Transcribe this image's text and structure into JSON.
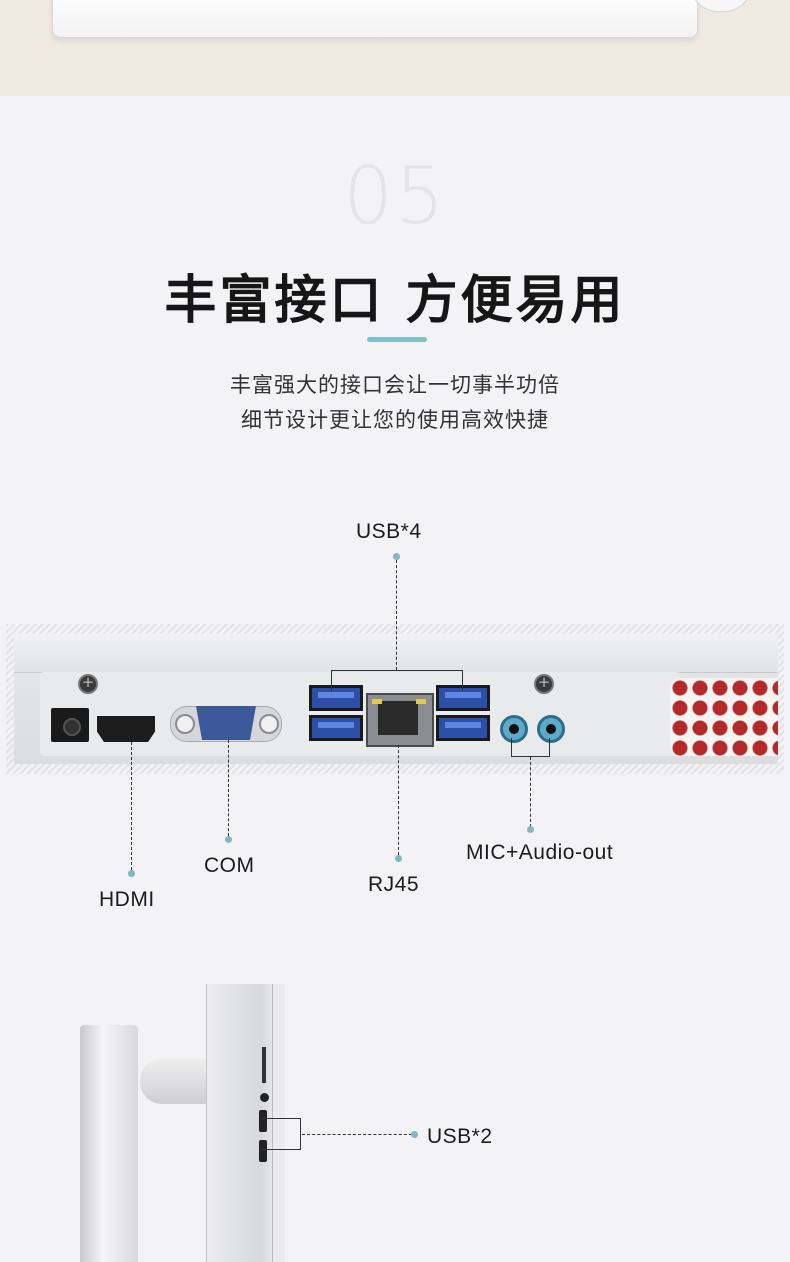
{
  "section": {
    "number": "05",
    "title": "丰富接口 方便易用"
  },
  "subtitle": {
    "line1": "丰富强大的接口会让一切事半功倍",
    "line2": "细节设计更让您的使用高效快捷"
  },
  "ports": {
    "usb4": "USB*4",
    "hdmi": "HDMI",
    "com": "COM",
    "rj45": "RJ45",
    "audio": "MIC+Audio-out",
    "usb2": "USB*2"
  },
  "colors": {
    "accent": "#7fc1c4",
    "callout_dot": "#7fb6c6",
    "usb_blue": "#2d4fa8",
    "vent_red": "#b32a2a"
  }
}
